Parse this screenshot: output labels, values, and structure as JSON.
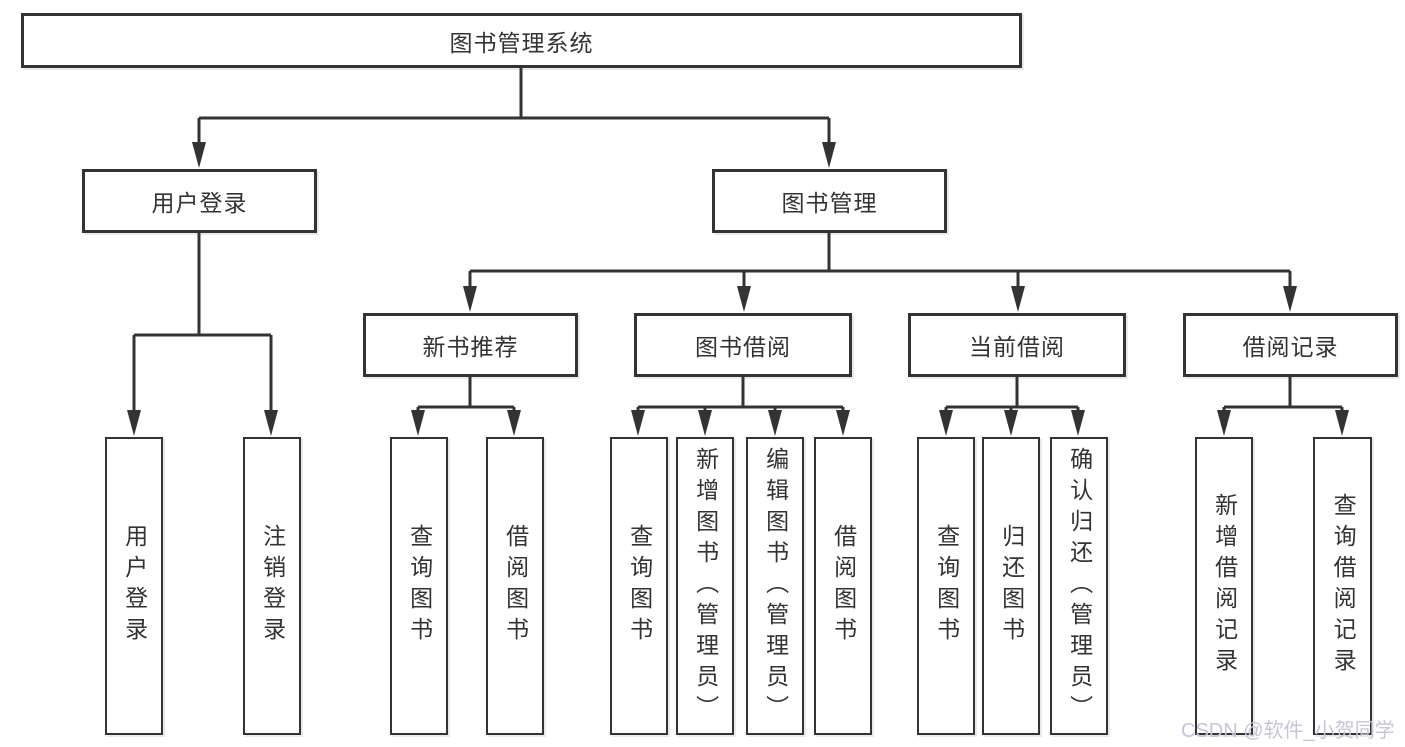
{
  "colors": {
    "line": "#333333",
    "text": "#333333",
    "box_fill": "#ffffff",
    "watermark": "#c6c6d8"
  },
  "root": {
    "label": "图书管理系统"
  },
  "level2": [
    {
      "label": "用户登录"
    },
    {
      "label": "图书管理"
    }
  ],
  "level3": [
    {
      "parent": "图书管理",
      "label": "新书推荐"
    },
    {
      "parent": "图书管理",
      "label": "图书借阅"
    },
    {
      "parent": "图书管理",
      "label": "当前借阅"
    },
    {
      "parent": "图书管理",
      "label": "借阅记录"
    }
  ],
  "leaves": [
    {
      "parent": "用户登录",
      "label": "用户登录"
    },
    {
      "parent": "用户登录",
      "label": "注销登录"
    },
    {
      "parent": "新书推荐",
      "label": "查询图书"
    },
    {
      "parent": "新书推荐",
      "label": "借阅图书"
    },
    {
      "parent": "图书借阅",
      "label": "查询图书"
    },
    {
      "parent": "图书借阅",
      "label": "新增图书（管理员）"
    },
    {
      "parent": "图书借阅",
      "label": "编辑图书（管理员）"
    },
    {
      "parent": "图书借阅",
      "label": "借阅图书"
    },
    {
      "parent": "当前借阅",
      "label": "查询图书"
    },
    {
      "parent": "当前借阅",
      "label": "归还图书"
    },
    {
      "parent": "当前借阅",
      "label": "确认归还（管理员）"
    },
    {
      "parent": "借阅记录",
      "label": "新增借阅记录"
    },
    {
      "parent": "借阅记录",
      "label": "查询借阅记录"
    }
  ],
  "watermark": {
    "text": "CSDN @软件_小贺同学"
  }
}
